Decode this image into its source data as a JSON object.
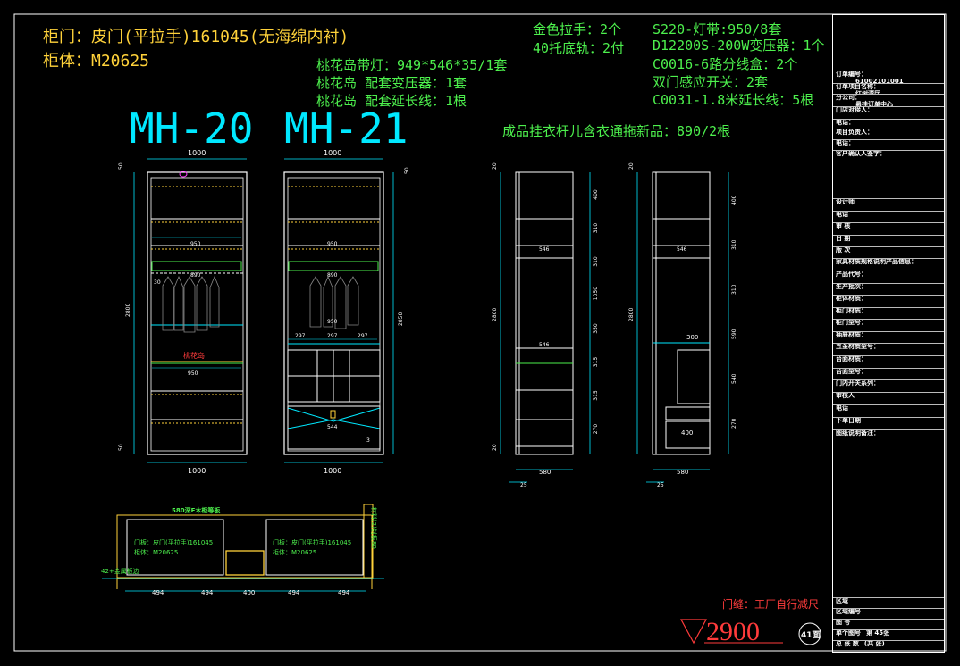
{
  "header": {
    "door_line": "柜门：皮门(平拉手)161045(无海绵内衬)",
    "body_line": "柜体：M20625",
    "light_line": "桃花岛带灯：949*546*35/1套",
    "transformer_line": "桃花岛 配套变压器：1套",
    "extension_line": "桃花岛 配套延长线：1根",
    "handle_line": "金色拉手：2个",
    "rail_line": "40托底轨：2付",
    "strip_line": "S220-灯带:950/8套",
    "driver_line": "D12200S-200W变压器：1个",
    "box_line": "C0016-6路分线盒：2个",
    "switch_line": "双门感应开关：2套",
    "cable_line": "C0031-1.8米延长线：5根",
    "rod_line": "成品挂衣杆儿含衣通拖新品：890/2根"
  },
  "models": {
    "left": "MH-20",
    "right": "MH-21"
  },
  "front_view": {
    "width_top": "1000",
    "width_bottom": "1000",
    "inner_950": "950",
    "inner_890": "890",
    "side_30": "30",
    "height_left": "2800",
    "height_right": "2850",
    "top_50": "50",
    "bottom_50": "50",
    "island_label": "桃花岛",
    "drawer_297": "297",
    "drawer_297b": "297",
    "drawer_297c": "297",
    "drawer_544": "544",
    "mark_3": "3"
  },
  "side_view": {
    "depth_left": "580",
    "depth_right": "580",
    "offset_25": "25",
    "top_20": "20",
    "bottom_20": "20",
    "height_left": "2800",
    "height_right": "2800",
    "shelf_546": "546",
    "shelf_300": "300",
    "shelf_400": "400",
    "segments_left": [
      "400",
      "310",
      "310",
      "1050",
      "350",
      "315",
      "315",
      "270"
    ],
    "segments_right": [
      "400",
      "310",
      "310",
      "590",
      "540",
      "270"
    ]
  },
  "plan": {
    "title": "580深F木柜等板",
    "left_door": "门板：皮门(平拉手)161045",
    "left_body": "柜体：M20625",
    "right_door": "门板：皮门(平拉手)161045",
    "right_body": "柜体：M20625",
    "side_label": "材料(2)封板80",
    "left_tag": "42+金属板边",
    "dims": [
      "494",
      "494",
      "400",
      "494",
      "494"
    ]
  },
  "notes": {
    "gap_note": "门缝：工厂自行减尺",
    "ceiling_height": "2900",
    "wall_tag": "41面"
  },
  "title_block": {
    "rows": [
      {
        "label": "订单编号：",
        "value": "61002101001"
      },
      {
        "label": "订单项目名称：",
        "value": "红树湾厅"
      },
      {
        "label": "分公司：",
        "value": "悬挂订单中心"
      },
      {
        "label": "门店对接人：",
        "value": ""
      },
      {
        "label": "电话：",
        "value": ""
      },
      {
        "label": "项目负责人：",
        "value": ""
      },
      {
        "label": "电话：",
        "value": ""
      },
      {
        "label": "客户确认人签字：",
        "value": ""
      },
      {
        "label": "设计师",
        "value": ""
      },
      {
        "label": "电话",
        "value": ""
      },
      {
        "label": "审 核",
        "value": ""
      },
      {
        "label": "日 期",
        "value": ""
      },
      {
        "label": "版 次",
        "value": ""
      },
      {
        "label": "家具材质规格说明产品信息：",
        "value": ""
      },
      {
        "label": "产品代号：",
        "value": ""
      },
      {
        "label": "生产批次：",
        "value": ""
      },
      {
        "label": "柜体材质：",
        "value": ""
      },
      {
        "label": "柜门材质：",
        "value": ""
      },
      {
        "label": "柜门型号：",
        "value": ""
      },
      {
        "label": "抽屉材质：",
        "value": ""
      },
      {
        "label": "五金材质型号：",
        "value": ""
      },
      {
        "label": "台面材质：",
        "value": ""
      },
      {
        "label": "台面型号：",
        "value": ""
      },
      {
        "label": "门内开关系列：",
        "value": ""
      },
      {
        "label": "审核人",
        "value": ""
      },
      {
        "label": "电话",
        "value": ""
      },
      {
        "label": "下单日期",
        "value": ""
      },
      {
        "label": "图纸说明备注：",
        "value": ""
      }
    ],
    "bottom_rows": [
      {
        "label": "区域",
        "value": ""
      },
      {
        "label": "区域编号",
        "value": ""
      },
      {
        "label": "图 号",
        "value": ""
      },
      {
        "label": "单个图号",
        "value": "第 45张"
      },
      {
        "label": "总 张 数",
        "value": "(共 张)"
      }
    ]
  }
}
